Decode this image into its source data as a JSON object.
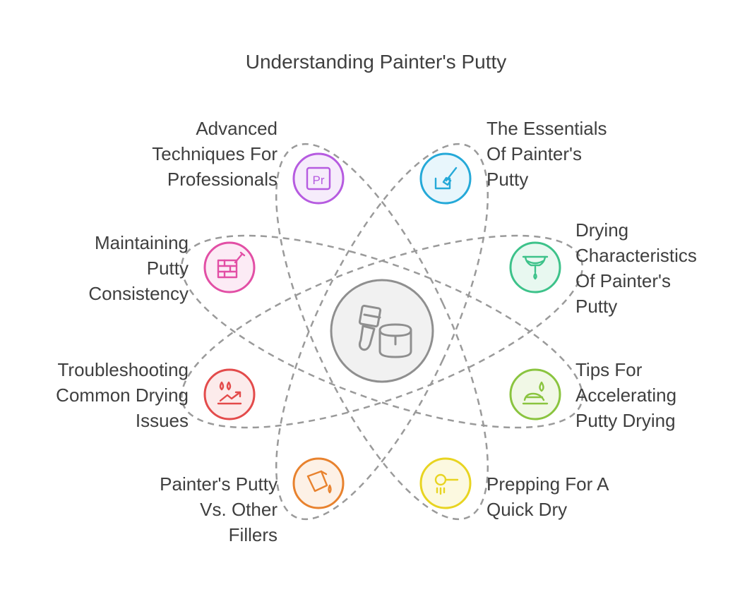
{
  "title": "Understanding Painter's Putty",
  "center": {
    "icon": "paintbrush-and-paint-can-icon"
  },
  "items": [
    {
      "id": "advanced",
      "label": "Advanced\nTechniques For\nProfessionals",
      "icon": "premiere-pro-icon",
      "color": "#b65be0"
    },
    {
      "id": "essentials",
      "label": "The Essentials\nOf Painter's\nPutty",
      "icon": "paint-brush-and-tray-icon",
      "color": "#25a9d8"
    },
    {
      "id": "drying-characteristics",
      "label": "Drying\nCharacteristics\nOf Painter's\nPutty",
      "icon": "dripping-bowl-icon",
      "color": "#3dc28a"
    },
    {
      "id": "tips",
      "label": "Tips For\nAccelerating\nPutty Drying",
      "icon": "drop-on-pile-icon",
      "color": "#8ac43f"
    },
    {
      "id": "prepping",
      "label": "Prepping For A\nQuick Dry",
      "icon": "scoop-drip-icon",
      "color": "#e8d421"
    },
    {
      "id": "vs-fillers",
      "label": "Painter's Putty\nVs. Other\nFillers",
      "icon": "spilling-bucket-icon",
      "color": "#e8822e"
    },
    {
      "id": "troubleshooting",
      "label": "Troubleshooting\nCommon Drying\nIssues",
      "icon": "water-drops-trend-icon",
      "color": "#e34b4b"
    },
    {
      "id": "consistency",
      "label": "Maintaining\nPutty\nConsistency",
      "icon": "brick-wall-trowel-icon",
      "color": "#e24fa5"
    }
  ]
}
